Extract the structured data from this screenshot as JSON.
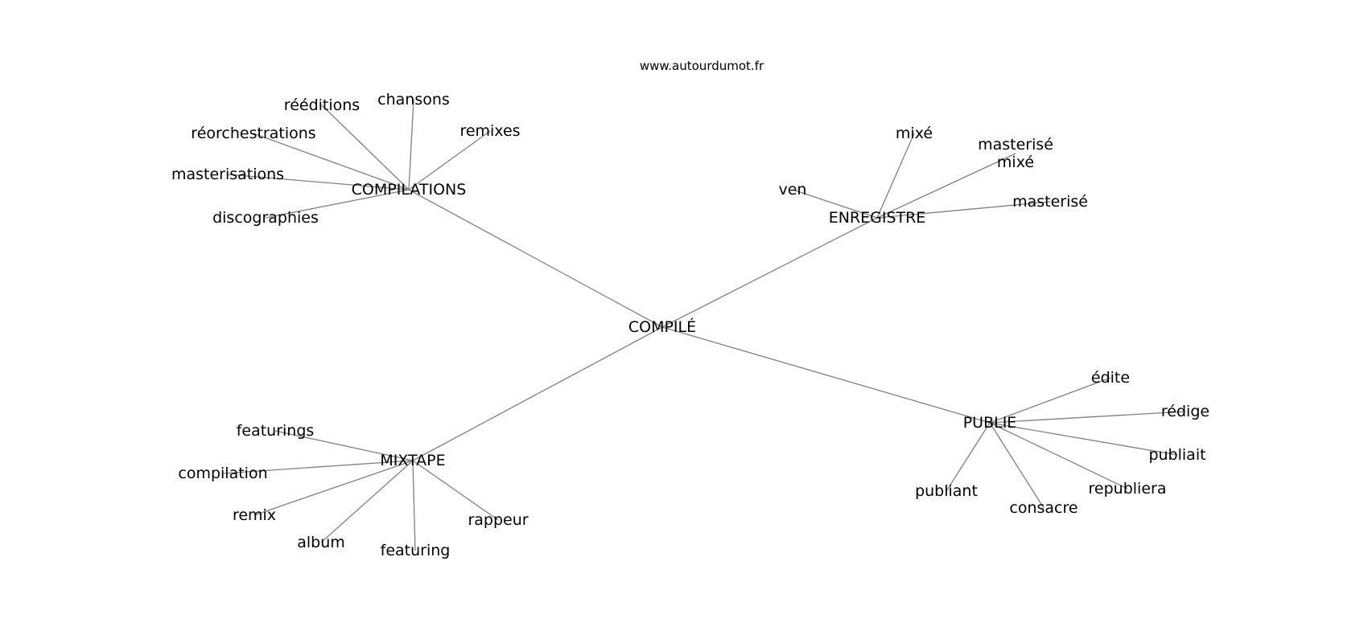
{
  "source_credit": "www.autourdumot.fr",
  "graph": {
    "center": "COMPILÉ",
    "branches": [
      {
        "hub": "COMPILATIONS",
        "leaves": [
          "rééditions",
          "chansons",
          "remixes",
          "réorchestrations",
          "masterisations",
          "discographies"
        ]
      },
      {
        "hub": "ENREGISTRE",
        "leaves": [
          "mixé",
          "masterisé\nmixé",
          "ven",
          "masterisé"
        ]
      },
      {
        "hub": "MIXTAPE",
        "leaves": [
          "featurings",
          "compilation",
          "remix",
          "album",
          "featuring",
          "rappeur"
        ]
      },
      {
        "hub": "PUBLIE",
        "leaves": [
          "édite",
          "rédige",
          "publiait",
          "republiera",
          "consacre",
          "publiant"
        ]
      }
    ]
  }
}
